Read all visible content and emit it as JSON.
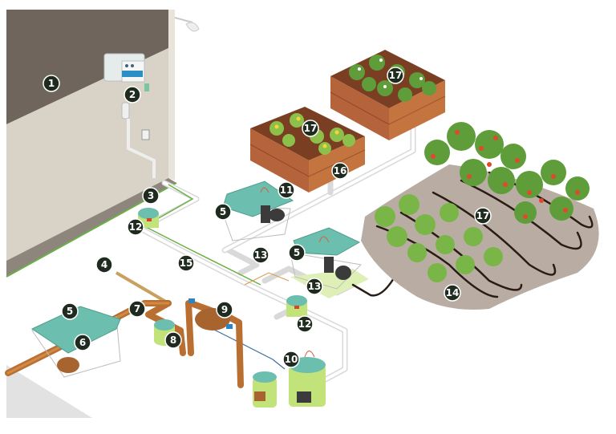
{
  "diagram": {
    "subject": "residential drip irrigation system",
    "callouts": [
      {
        "id": "1",
        "label": "1"
      },
      {
        "id": "2",
        "label": "2"
      },
      {
        "id": "3",
        "label": "3"
      },
      {
        "id": "4",
        "label": "4"
      },
      {
        "id": "5a",
        "label": "5"
      },
      {
        "id": "5b",
        "label": "5"
      },
      {
        "id": "5c",
        "label": "5"
      },
      {
        "id": "6",
        "label": "6"
      },
      {
        "id": "7",
        "label": "7"
      },
      {
        "id": "8",
        "label": "8"
      },
      {
        "id": "9",
        "label": "9"
      },
      {
        "id": "10",
        "label": "10"
      },
      {
        "id": "11",
        "label": "11"
      },
      {
        "id": "12a",
        "label": "12"
      },
      {
        "id": "12b",
        "label": "12"
      },
      {
        "id": "13a",
        "label": "13"
      },
      {
        "id": "13b",
        "label": "13"
      },
      {
        "id": "14",
        "label": "14"
      },
      {
        "id": "15",
        "label": "15"
      },
      {
        "id": "16",
        "label": "16"
      },
      {
        "id": "17a",
        "label": "17"
      },
      {
        "id": "17b",
        "label": "17"
      },
      {
        "id": "17c",
        "label": "17"
      }
    ],
    "colors": {
      "badge": "#1f2b1e",
      "house_wall": "#d8d2c7",
      "house_roof": "#6f655d",
      "copper_pipe": "#b86f31",
      "pvc_pipe": "#d9d9d9",
      "valve_box_lid": "#6cbfae",
      "planter_wood": "#b5633a",
      "soil_bed": "#b9ada3",
      "drip_line": "#2a1c14",
      "tomato": "#e04a2a",
      "foliage": "#5f9c3a"
    }
  }
}
